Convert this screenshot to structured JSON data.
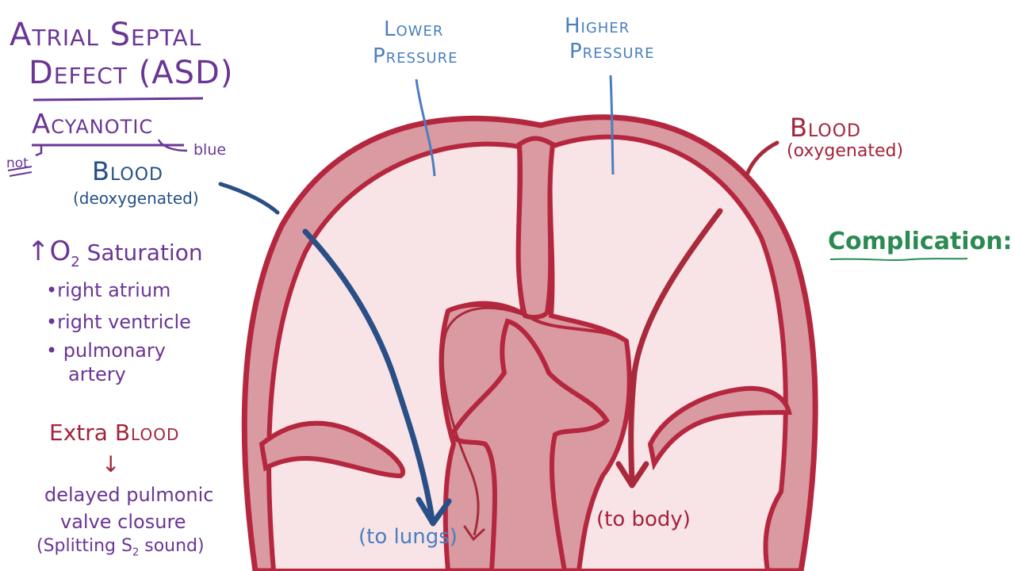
{
  "title": {
    "line1": "Atrial Septal",
    "line2": "Defect (ASD)"
  },
  "acyanotic": {
    "word": "Acyanotic",
    "prefix_note": "not",
    "root_note": "blue"
  },
  "deoxy": {
    "label": "Blood",
    "sub": "(deoxygenated)"
  },
  "saturation": {
    "arrow": "↑",
    "heading_o": "O",
    "heading_sub": "2",
    "heading_rest": " Saturation",
    "items": [
      "•right atrium",
      "•right ventricle",
      "• pulmonary",
      "artery"
    ]
  },
  "extra": {
    "word1": "Extra",
    "word2": "Blood",
    "arrow": "↓",
    "line1": "delayed pulmonic",
    "line2": "valve closure",
    "line3_pre": "(Splitting S",
    "line3_sub": "2",
    "line3_post": " sound)"
  },
  "pressure": {
    "lower": [
      "Lower",
      "Pressure"
    ],
    "higher": [
      "Higher",
      "Pressure"
    ]
  },
  "oxy": {
    "label": "Blood",
    "sub": "(oxygenated)"
  },
  "complication": "Complication:",
  "flow": {
    "to_lungs": "(to lungs)",
    "to_body": "(to body)"
  },
  "colors": {
    "wall": "#b5273f",
    "wall_fill": "#d99aa2",
    "chamber": "#f8e4e6",
    "deoxy_arrow": "#2a4f86",
    "oxy_arrow": "#a82a3b",
    "title": "#6a3594",
    "complication": "#2b8a52"
  }
}
